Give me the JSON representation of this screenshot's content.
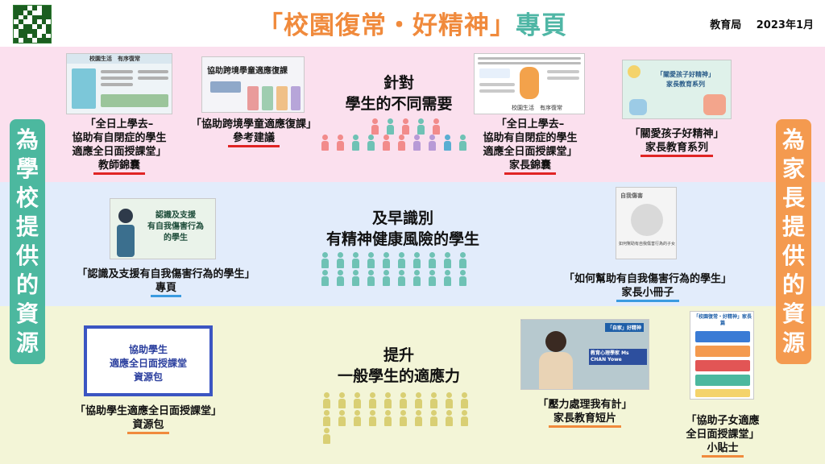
{
  "header": {
    "title_part1": "「校園復常・好精神」",
    "title_part2": "專頁",
    "org": "教育局",
    "date": "2023年1月"
  },
  "side_labels": {
    "left": [
      "為",
      "學",
      "校",
      "提",
      "供",
      "的",
      "資",
      "源"
    ],
    "right": [
      "為",
      "家",
      "長",
      "提",
      "供",
      "的",
      "資",
      "源"
    ]
  },
  "tiers": {
    "top": {
      "line1": "針對",
      "line2": "學生的不同需要"
    },
    "middle": {
      "line1": "及早識別",
      "line2": "有精神健康風險的學生"
    },
    "bottom": {
      "line1": "提升",
      "line2": "一般學生的適應力"
    }
  },
  "resources": {
    "teacher_kit": {
      "line1": "「全日上學去–",
      "line2": "協助有自閉症的學生",
      "line3": "適應全日面授課堂」",
      "tag": "教師錦囊",
      "thumb_title": "校園生活　有序復常"
    },
    "cross_boundary": {
      "line1": "「協助跨境學童適應復課」",
      "tag": "參考建議",
      "thumb_title": "協助跨境學童適應復課"
    },
    "parent_kit": {
      "line1": "「全日上學去–",
      "line2": "協助有自閉症的學生",
      "line3": "適應全日面授課堂」",
      "tag": "家長錦囊",
      "thumb_title": "校園生活　有序復常"
    },
    "parent_series": {
      "line1": "「關愛孩子好精神」",
      "tag": "家長教育系列",
      "thumb_line1": "「關愛孩子好精神」",
      "thumb_line2": "家長教育系列"
    },
    "self_harm_page": {
      "line1": "「認識及支援有自我傷害行為的學生」",
      "tag": "專頁",
      "thumb_line1": "認識及支援",
      "thumb_line2": "有自我傷害行為",
      "thumb_line3": "的學生"
    },
    "self_harm_booklet": {
      "line1": "「如何幫助有自我傷害行為的學生」",
      "tag": "家長小冊子",
      "thumb_title": "自我傷害",
      "thumb_sub": "如何幫助有自我傷害行為的子女"
    },
    "student_pack": {
      "line1": "「協助學生適應全日面授課堂」",
      "tag": "資源包",
      "thumb_line1": "協助學生",
      "thumb_line2": "適應全日面授課堂",
      "thumb_line3": "資源包"
    },
    "stress_video": {
      "line1": "「壓力處理我有計」",
      "tag": "家長教育短片",
      "thumb_badge": "「自家」好精神",
      "thumb_name": "教育心理學家 Ms CHAN Yowe"
    },
    "child_tips": {
      "line1": "「協助子女適應",
      "line2": "全日面授課堂」",
      "tag": "小貼士",
      "thumb_title": "「校園復常・好精神」家長篇"
    }
  },
  "colors": {
    "pink_band": "#fbe0ee",
    "blue_band": "#e2ecfb",
    "yellow_band": "#f3f5d7",
    "school_label": "#4cb89f",
    "parent_label": "#f49a4f",
    "people_pink": "#f28b8b",
    "people_teal": "#6fc2b5",
    "people_purple": "#b89ad6",
    "people_blue": "#5aaed2",
    "people_yellow": "#d9cf74"
  },
  "icons": [
    "qr-code-icon",
    "person-icon"
  ]
}
